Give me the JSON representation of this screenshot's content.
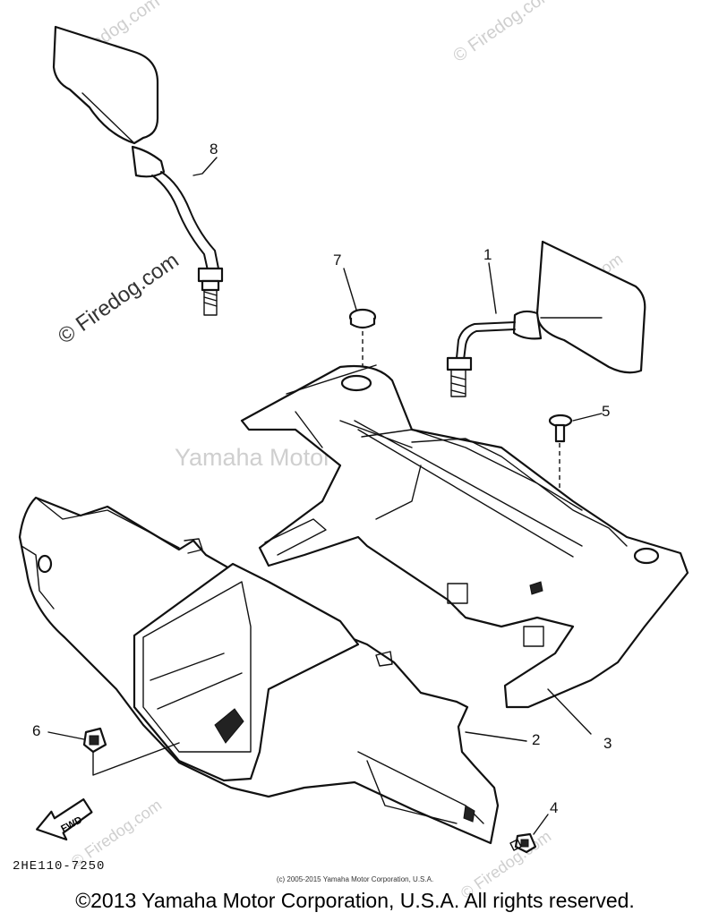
{
  "watermarks": {
    "firedog": "© Firedog.com",
    "center": "Yamaha Motor Corp., U.S.A."
  },
  "callouts": [
    "1",
    "2",
    "3",
    "4",
    "5",
    "6",
    "7",
    "8"
  ],
  "fwd_label": "FWD",
  "diagram_code": "2HE110-7250",
  "small_copyright": "(c) 2005-2015 Yamaha Motor Corporation, U.S.A.",
  "footer_copyright": "©2013 Yamaha Motor Corporation, U.S.A. All rights reserved.",
  "colors": {
    "line": "#111111",
    "watermark": "#cfcfcf",
    "background": "#ffffff"
  }
}
